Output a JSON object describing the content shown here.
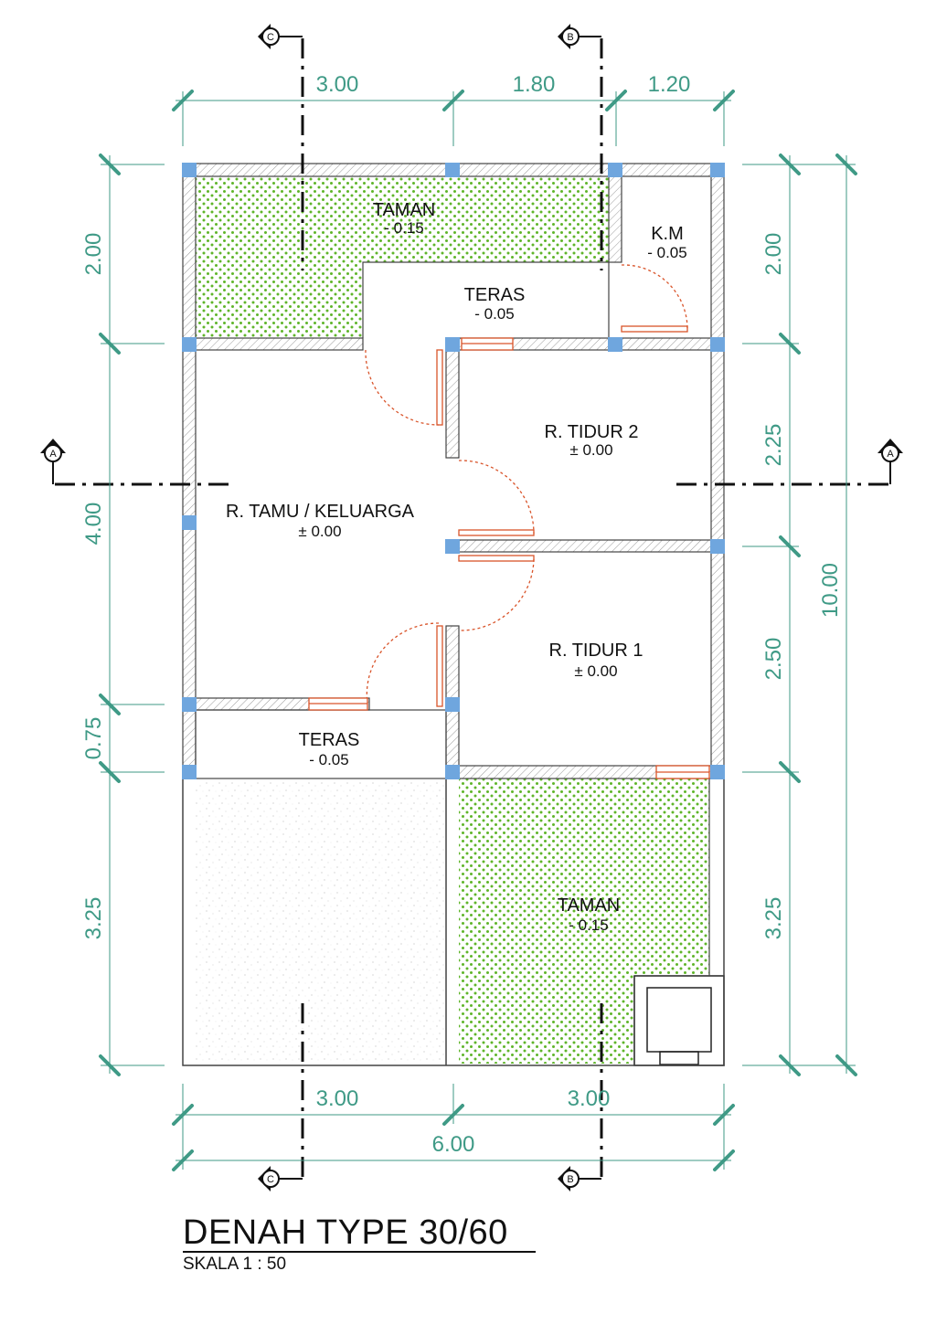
{
  "rooms": {
    "taman_top": {
      "name": "TAMAN",
      "level": "- 0.15"
    },
    "km": {
      "name": "K.M",
      "level": "- 0.05"
    },
    "teras_top": {
      "name": "TERAS",
      "level": "- 0.05"
    },
    "tidur2": {
      "name": "R. TIDUR 2",
      "level": "± 0.00"
    },
    "tamu": {
      "name": "R. TAMU / KELUARGA",
      "level": "± 0.00"
    },
    "tidur1": {
      "name": "R. TIDUR 1",
      "level": "± 0.00"
    },
    "teras_bottom": {
      "name": "TERAS",
      "level": "- 0.05"
    },
    "taman_bottom": {
      "name": "TAMAN",
      "level": "- 0.15"
    }
  },
  "dimensions": {
    "top": [
      "3.00",
      "1.80",
      "1.20"
    ],
    "left": [
      "2.00",
      "4.00",
      "0.75",
      "3.25"
    ],
    "right": [
      "2.00",
      "2.25",
      "2.50",
      "3.25"
    ],
    "right_total": "10.00",
    "bottom": [
      "3.00",
      "3.00"
    ],
    "bottom_total": "6.00"
  },
  "section_marks": {
    "a": "A",
    "b": "B",
    "c": "C"
  },
  "title": "DENAH TYPE 30/60",
  "scale": "SKALA 1  : 50",
  "colors": {
    "dimension": "#3f9a86",
    "garden_dots": "#5fb52a",
    "column": "#6fa6de",
    "door": "#d9542a",
    "wall": "#9a9a9a"
  }
}
